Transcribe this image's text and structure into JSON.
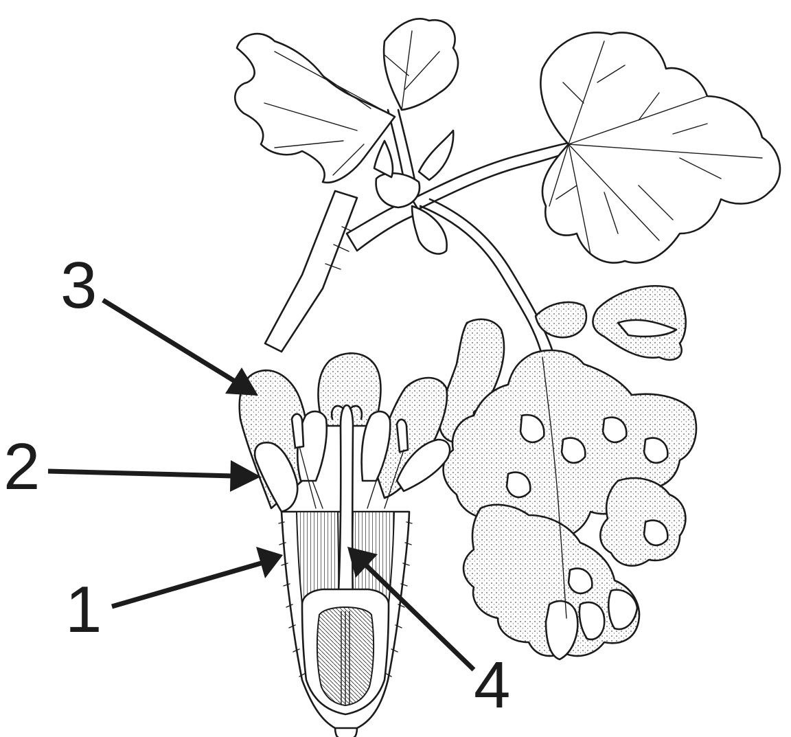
{
  "labels": [
    {
      "id": "1",
      "text": "1"
    },
    {
      "id": "2",
      "text": "2"
    },
    {
      "id": "3",
      "text": "3"
    },
    {
      "id": "4",
      "text": "4"
    }
  ],
  "colors": {
    "ink": "#1b1b1b",
    "background": "#ffffff"
  }
}
